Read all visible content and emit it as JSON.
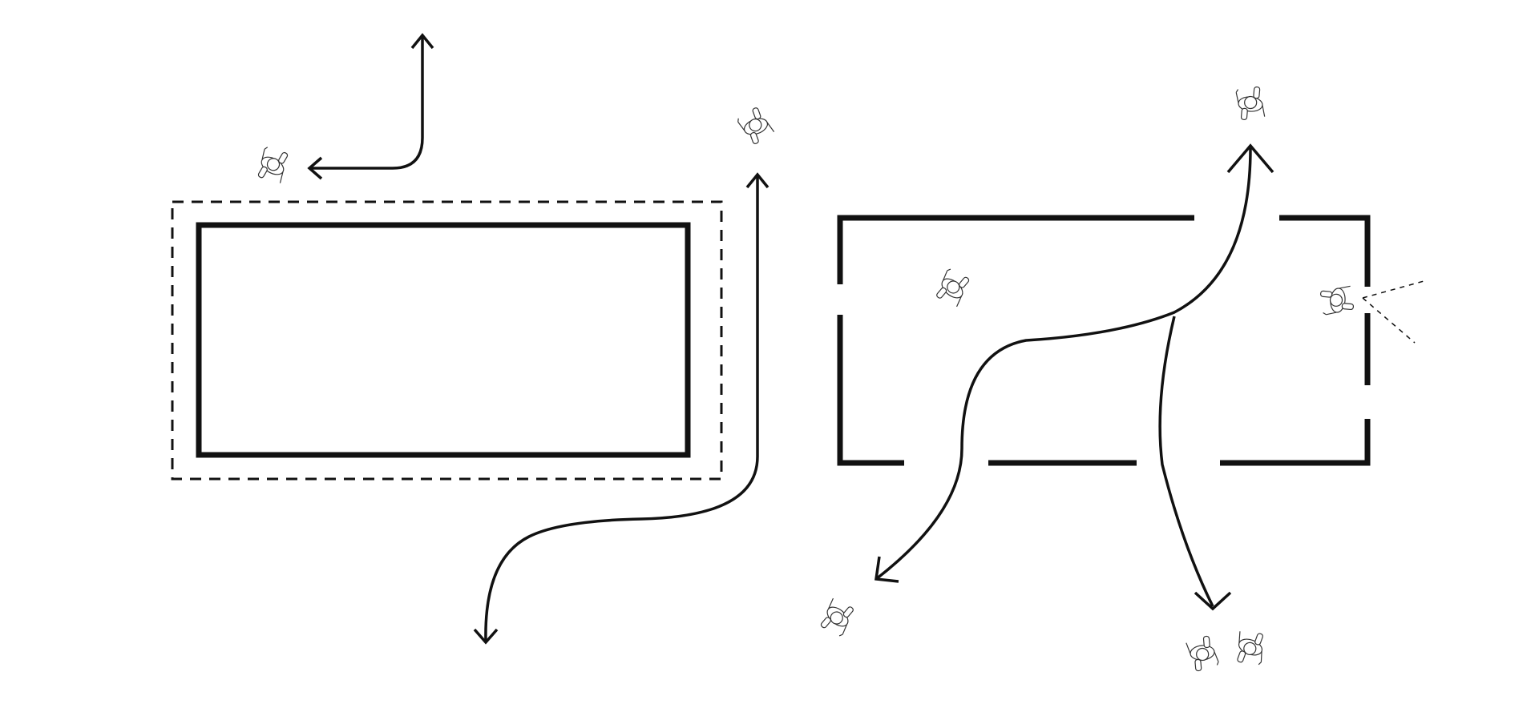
{
  "diagram": {
    "panels": [
      {
        "name": "closed-building-perimeter-walk",
        "wall": "solid",
        "boundary": "dashed"
      },
      {
        "name": "open-building-through-paths",
        "wall": "solid-with-openings"
      }
    ],
    "people_count": 8,
    "icons": [
      "arrow-icon",
      "person-icon",
      "sightline-icon"
    ],
    "colors": {
      "line": "#111111",
      "person_stroke": "#333333",
      "background": "#ffffff"
    }
  }
}
